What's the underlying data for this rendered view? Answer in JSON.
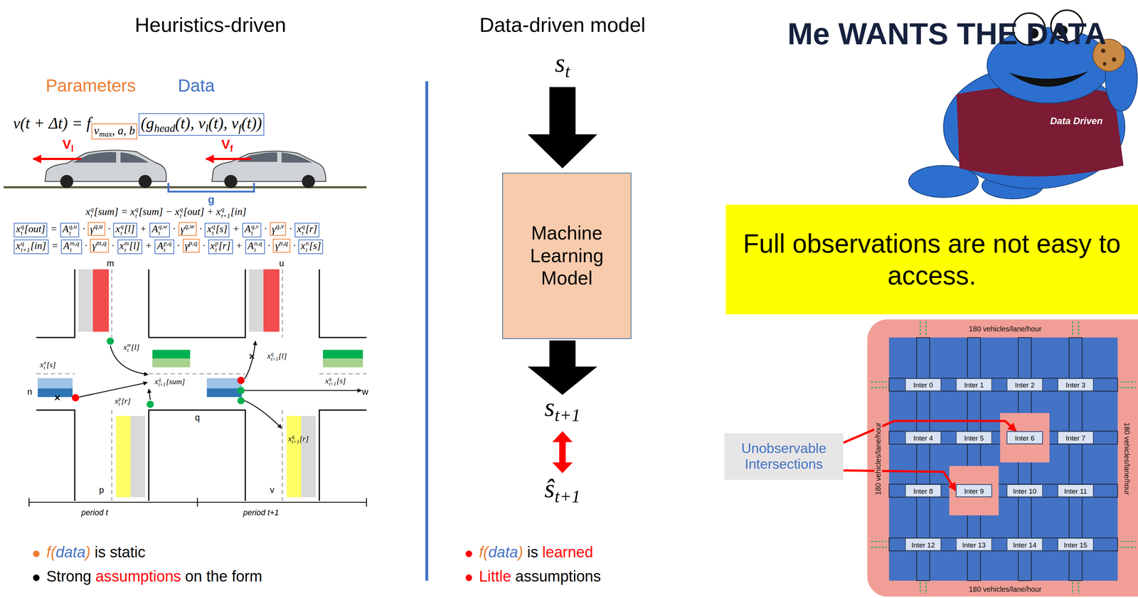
{
  "diagram": {
    "nodes": [
      {
        "text": [
          "Machine Learning Model"
        ]
      },
      {
        "text": [
          "Full observations are not easy to access."
        ]
      },
      {
        "text": [
          "180 vehicles/lane/hour",
          "180 vehicles/lane/hour",
          "180 vehicles/lane/hour",
          "180 vehicles/lane/hour"
        ]
      },
      {
        "text": [
          "Inter 0"
        ],
        "in": 2
      },
      {
        "text": [
          "Inter 1"
        ],
        "in": 2
      },
      {
        "text": [
          "Inter 2"
        ],
        "in": 2
      },
      {
        "text": [
          "Inter 3"
        ],
        "in": 2
      },
      {
        "text": [
          "Inter 4"
        ],
        "in": 2
      },
      {
        "text": [
          "Inter 5"
        ],
        "in": 2
      },
      {
        "text": [
          "Inter 6"
        ],
        "in": 2
      },
      {
        "text": [
          "Inter 7"
        ],
        "in": 2
      },
      {
        "text": [
          "Inter 8"
        ],
        "in": 2
      },
      {
        "text": [
          "Inter 9"
        ],
        "in": 2
      },
      {
        "text": [
          "Inter 10"
        ],
        "in": 2
      },
      {
        "text": [
          "Inter 11"
        ],
        "in": 2
      },
      {
        "text": [
          "Inter 12"
        ],
        "in": 2
      },
      {
        "text": [
          "Inter 13"
        ],
        "in": 2
      },
      {
        "text": [
          "Inter 14"
        ],
        "in": 2
      },
      {
        "text": [
          "Inter 15"
        ],
        "in": 2
      },
      {
        "text": [
          "Unobservable Intersections"
        ]
      }
    ],
    "edges": [
      {
        "from": 19,
        "to": 9,
        "arrow": "to"
      },
      {
        "from": 19,
        "to": 12,
        "arrow": "to"
      }
    ],
    "labels": [
      "Heuristics-driven",
      "Data-driven model",
      "Parameters",
      "Data",
      "v(t + Δt) = f",
      "v",
      "max",
      ", a, b",
      "(g",
      "head",
      "(t), v",
      "l",
      "(t), v",
      "f",
      "(t))",
      "V",
      "l",
      "V",
      "f",
      "g",
      "x",
      "q",
      "t",
      "[sum] = x",
      "q",
      "t",
      "[sum] − x",
      "q",
      "t",
      "[out] + x",
      "q",
      "t+1",
      "[in]",
      "x",
      "q",
      "t",
      "[out]",
      "=",
      "A",
      "q,u",
      "t",
      "·",
      "γ",
      "q,u",
      "·",
      "x",
      "q",
      "t",
      "[l]",
      "+",
      "A",
      "q,w",
      "t",
      "·",
      "γ",
      "q,w",
      "·",
      "x",
      "q",
      "t",
      "[s]",
      "+",
      "A",
      "q,v",
      "t",
      "·",
      "γ",
      "q,v",
      "·",
      "x",
      "q",
      "t",
      "[r]",
      "x",
      "q",
      "t+1",
      "[in]",
      "=",
      "A",
      "m,q",
      "t",
      "·",
      "γ",
      "m,q",
      "·",
      "x",
      "m",
      "t",
      "[l]",
      "+",
      "A",
      "p,q",
      "t",
      "·",
      "γ",
      "p,q",
      "·",
      "x",
      "p",
      "t",
      "[r]",
      "+",
      "A",
      "n,q",
      "t",
      "·",
      "γ",
      "n,q",
      "·",
      "x",
      "n",
      "t",
      "[s]",
      "m",
      "u",
      "n",
      "q",
      "w",
      "p",
      "v",
      "x",
      "m",
      "t",
      "[l]",
      "x",
      "n",
      "t",
      "[s]",
      "x",
      "q",
      "t+1",
      "[sum]",
      "x",
      "p",
      "t",
      "[r]",
      "x",
      "q",
      "t+1",
      "[l]",
      "x",
      "q",
      "t+1",
      "[s]",
      "x",
      "q",
      "t+1",
      "[r]",
      "period t",
      "period t+1",
      "f(",
      "data",
      ")",
      "is static",
      "Strong",
      "assumptions",
      "on the form",
      "s",
      "t",
      "s",
      "t+1",
      "ŝ",
      "t+1",
      "f(",
      "data",
      ")",
      "is",
      "learned",
      "Little",
      "assumptions",
      "Me WANTS THE DATA",
      "Data Driven"
    ]
  }
}
